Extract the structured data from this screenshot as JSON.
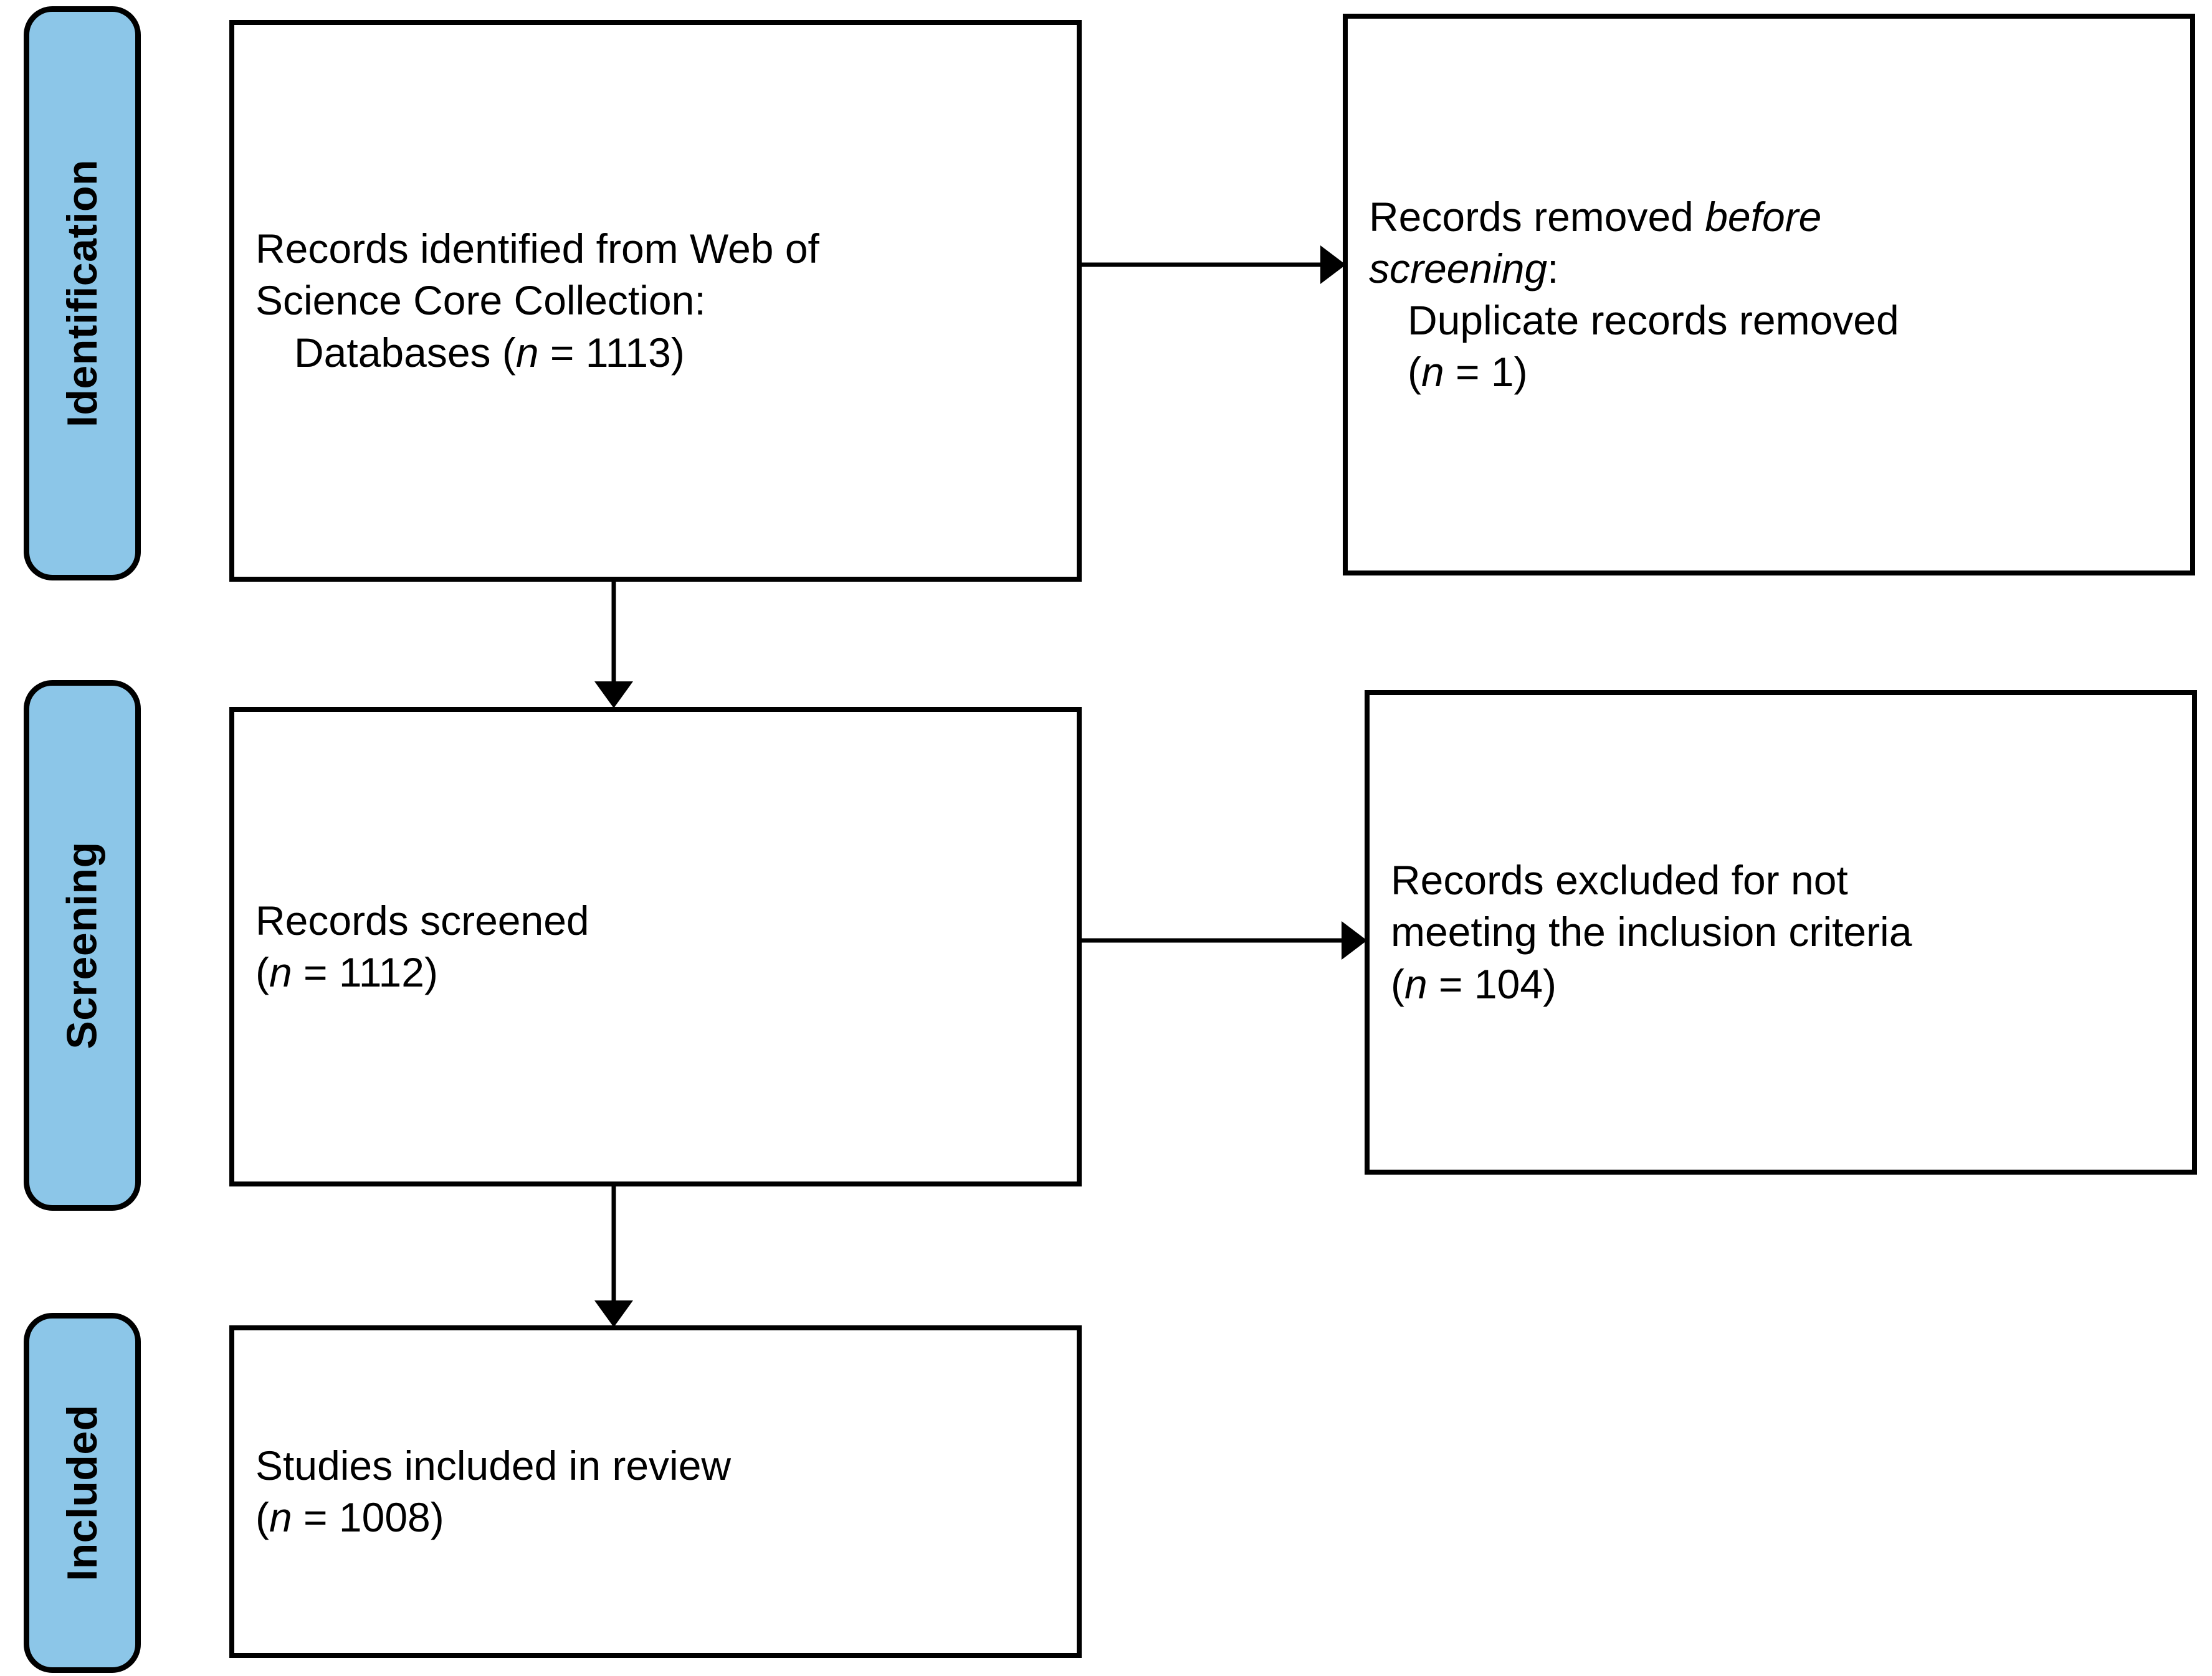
{
  "diagram": {
    "type": "prisma-flow-diagram",
    "accent_color": "#8CC6E8",
    "line_color": "#000000",
    "background_color": "#FFFFFF"
  },
  "stages": [
    {
      "id": "identification",
      "label": "Identification"
    },
    {
      "id": "screening",
      "label": "Screening"
    },
    {
      "id": "included",
      "label": "Included"
    }
  ],
  "boxes": {
    "identified": {
      "line1": "Records identified from Web of",
      "line2": "Science Core Collection:",
      "line3_indent_pre": "Databases (",
      "line3_italic": "n",
      "line3_post": " = 1113)"
    },
    "removed_before_screening": {
      "line1_pre": "Records removed ",
      "line1_italic": "before",
      "line2_italic": "screening",
      "line2_post": ":",
      "line3_indent": "Duplicate records removed",
      "line4_pre": "(",
      "line4_italic": "n",
      "line4_post": " = 1)"
    },
    "screened": {
      "line1": "Records screened",
      "line2_pre": "(",
      "line2_italic": "n",
      "line2_post": " = 1112)"
    },
    "excluded": {
      "line1": "Records excluded for not",
      "line2": "meeting the inclusion criteria",
      "line3_pre": "(",
      "line3_italic": "n",
      "line3_post": " = 104)"
    },
    "included_studies": {
      "line1": "Studies included in review",
      "line2_pre": "(",
      "line2_italic": "n",
      "line2_post": " = 1008)"
    }
  },
  "counts": {
    "records_identified_databases": 1113,
    "duplicate_records_removed": 1,
    "records_screened": 1112,
    "records_excluded": 104,
    "studies_included": 1008
  },
  "connectors": [
    {
      "id": "identified-to-removed",
      "direction": "right"
    },
    {
      "id": "identified-to-screened",
      "direction": "down"
    },
    {
      "id": "screened-to-excluded",
      "direction": "right"
    },
    {
      "id": "screened-to-included",
      "direction": "down"
    }
  ]
}
